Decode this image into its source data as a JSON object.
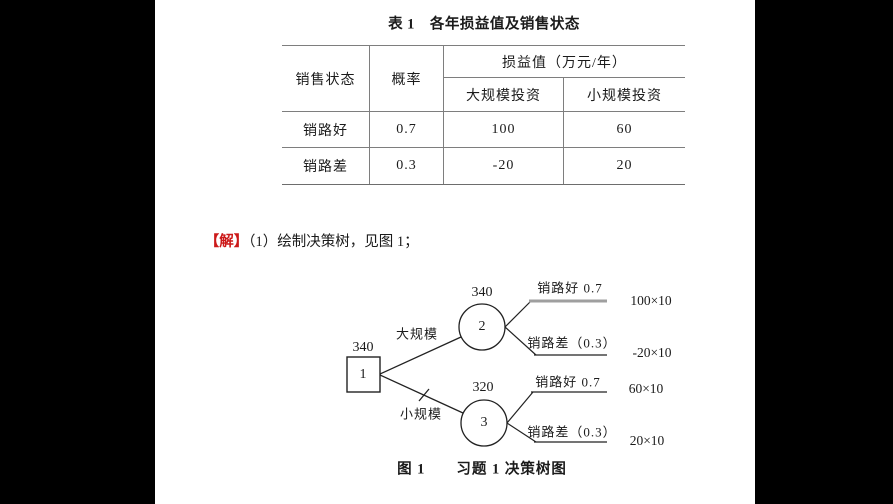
{
  "frame": {
    "background": "#000000"
  },
  "page": {
    "background": "#ffffff",
    "table": {
      "title": "表 1　各年损益值及销售状态",
      "headers": {
        "sales_status": "销售状态",
        "probability": "概率",
        "profit_group": "损益值（万元/年）",
        "large_invest": "大规模投资",
        "small_invest": "小规模投资"
      },
      "rows": [
        {
          "status": "销路好",
          "prob": "0.7",
          "large": "100",
          "small": "60"
        },
        {
          "status": "销路差",
          "prob": "0.3",
          "large": "-20",
          "small": "20"
        }
      ]
    },
    "solution": {
      "marker": "【解】",
      "marker_color": "#cc1a1a",
      "text": "（1）绘制决策树，见图 1；"
    },
    "tree": {
      "decision_node": {
        "label": "1",
        "value_above": "340"
      },
      "chance_node_large": {
        "label": "2",
        "value_above": "340"
      },
      "chance_node_small": {
        "label": "3",
        "value_above": "320"
      },
      "branch_large_label": "大规模",
      "branch_small_label": "小规模",
      "outcomes": [
        {
          "label": "销路好 0.7",
          "value": "100×10"
        },
        {
          "label": "销路差（0.3）",
          "value": "-20×10"
        },
        {
          "label": "销路好 0.7",
          "value": "60×10"
        },
        {
          "label": "销路差（0.3）",
          "value": "20×10"
        }
      ],
      "caption": "图 1　　习题 1 决策树图"
    }
  }
}
